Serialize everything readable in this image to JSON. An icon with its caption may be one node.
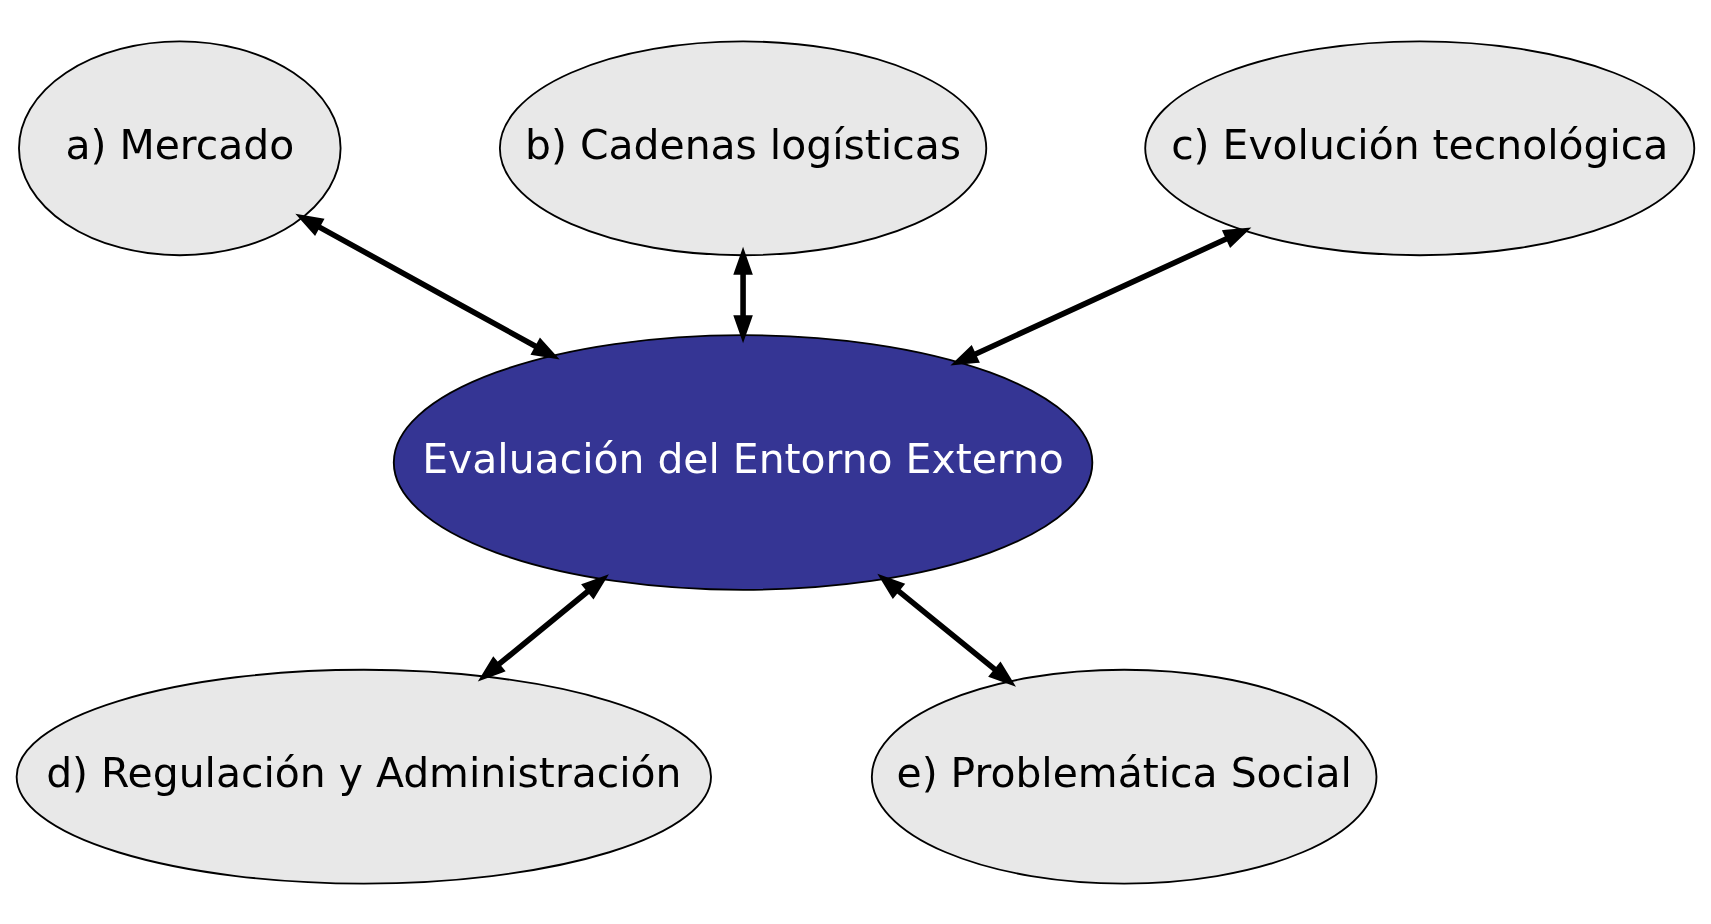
{
  "diagram": {
    "nodes": [
      {
        "text": [
          "a) Mercado"
        ]
      },
      {
        "text": [
          "b) Cadenas logísticas"
        ]
      },
      {
        "text": [
          "c) Evolución tecnológica"
        ]
      },
      {
        "text": [
          "Evaluación del Entorno Externo"
        ]
      },
      {
        "text": [
          "d) Regulación y Administración"
        ]
      },
      {
        "text": [
          "e) Problemática Social"
        ]
      }
    ],
    "edges": [
      {
        "from": 0,
        "to": 3,
        "arrow": "both"
      },
      {
        "from": 1,
        "to": 3,
        "arrow": "both"
      },
      {
        "from": 2,
        "to": 3,
        "arrow": "both"
      },
      {
        "from": 3,
        "to": 4,
        "arrow": "both"
      },
      {
        "from": 3,
        "to": 5,
        "arrow": "both"
      }
    ]
  }
}
